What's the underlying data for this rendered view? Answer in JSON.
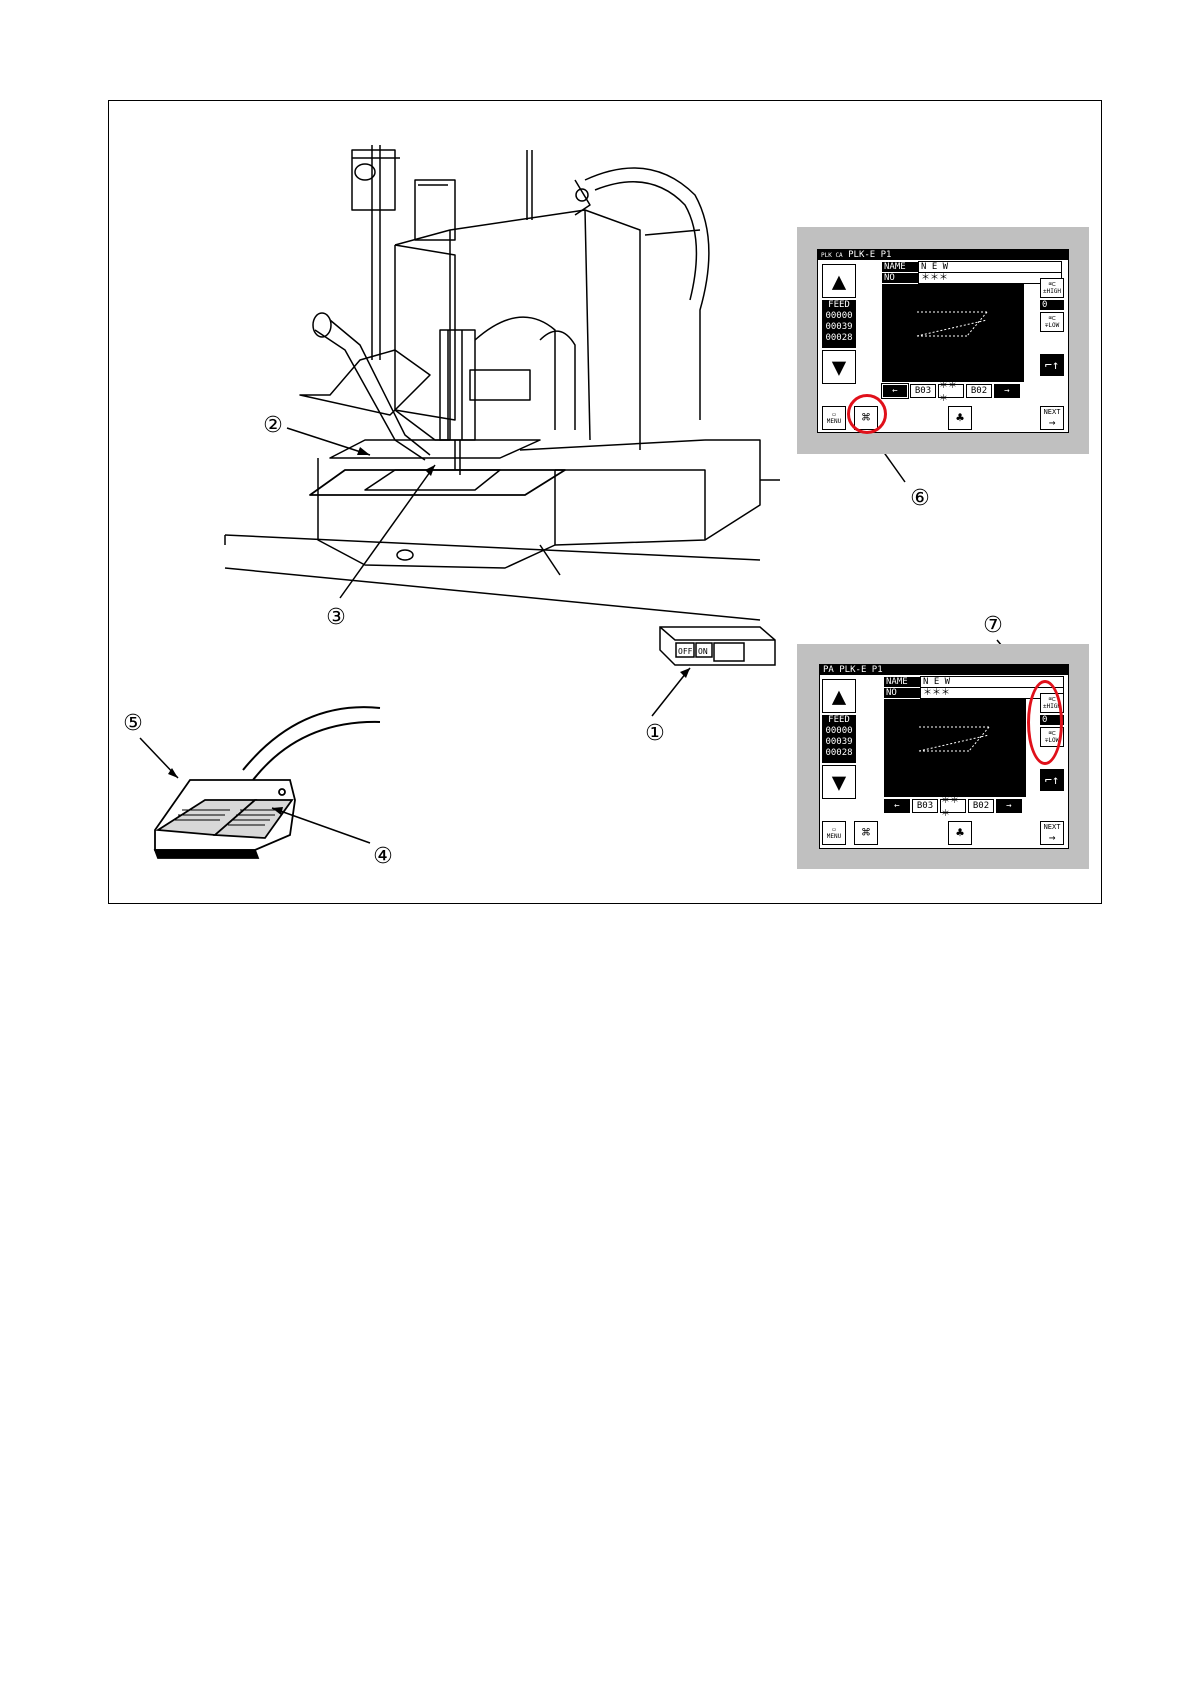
{
  "callouts": [
    "①",
    "②",
    "③",
    "④",
    "⑤",
    "⑥",
    "⑦"
  ],
  "panel_top": {
    "title_small": "PLK CA",
    "title": "PLK-E P1",
    "name_label": "NAME",
    "name_value": "N E W",
    "no_label": "NO",
    "no_value": "＊＊＊",
    "feed_label": "FEED",
    "feed_values": [
      "00000",
      "00039",
      "00028"
    ],
    "nav_buttons": [
      "←",
      "B03",
      "＊＊＊",
      "B02",
      "→"
    ],
    "high_label": "±HIGH",
    "low_label": "∓LOW",
    "speed_value": "0",
    "menu_label": "MENU",
    "next_label": "NEXT"
  },
  "panel_bottom": {
    "title_small": "PA",
    "title": "PLK-E P1",
    "name_label": "NAME",
    "name_value": "N E W",
    "no_label": "NO",
    "no_value": "＊＊＊",
    "feed_label": "FEED",
    "feed_values": [
      "00000",
      "00039",
      "00028"
    ],
    "nav_buttons": [
      "←",
      "B03",
      "＊＊＊",
      "B02",
      "→"
    ],
    "high_label": "±HIGH",
    "low_label": "∓LOW",
    "speed_value": "0",
    "menu_label": "MENU",
    "next_label": "NEXT"
  },
  "switch_box": {
    "off_label": "OFF",
    "on_label": "ON"
  },
  "colors": {
    "highlight": "#e0101a",
    "panel_bg": "#c0c0c0"
  }
}
